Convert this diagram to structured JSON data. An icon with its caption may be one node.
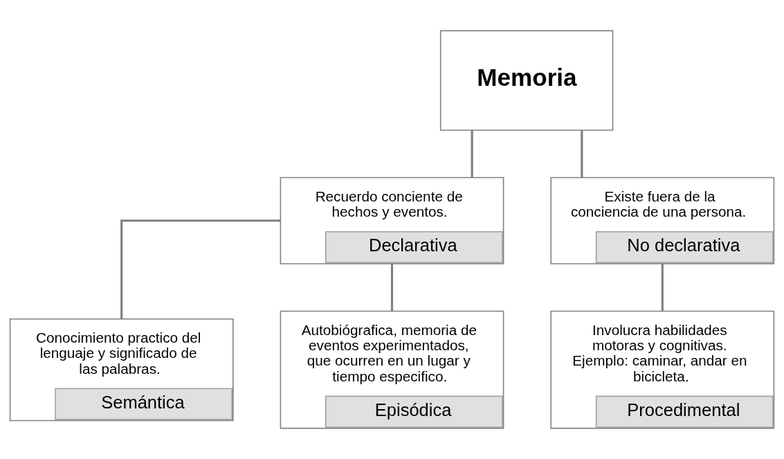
{
  "diagram": {
    "nodes": [
      {
        "text": [
          "Memoria"
        ]
      },
      {
        "text": [
          "Recuerdo conciente de hechos y eventos.",
          "Declarativa"
        ]
      },
      {
        "text": [
          "Existe fuera de la conciencia de una persona.",
          "No declarativa"
        ]
      },
      {
        "text": [
          "Conocimiento practico del lenguaje y significado de las palabras.",
          "Semántica"
        ]
      },
      {
        "text": [
          "Autobiógrafica, memoria de eventos experimentados, que ocurren en un lugar y tiempo especifico.",
          "Episódica"
        ]
      },
      {
        "text": [
          "Involucra habilidades motoras y cognitivas. Ejemplo: caminar, andar en bicicleta.",
          "Procedimental"
        ]
      }
    ],
    "edges": [
      {
        "from": 0,
        "to": 1,
        "arrow": "none"
      },
      {
        "from": 0,
        "to": 2,
        "arrow": "none"
      },
      {
        "from": 1,
        "to": 3,
        "arrow": "none"
      },
      {
        "from": 1,
        "to": 4,
        "arrow": "none"
      },
      {
        "from": 2,
        "to": 5,
        "arrow": "none"
      }
    ]
  }
}
